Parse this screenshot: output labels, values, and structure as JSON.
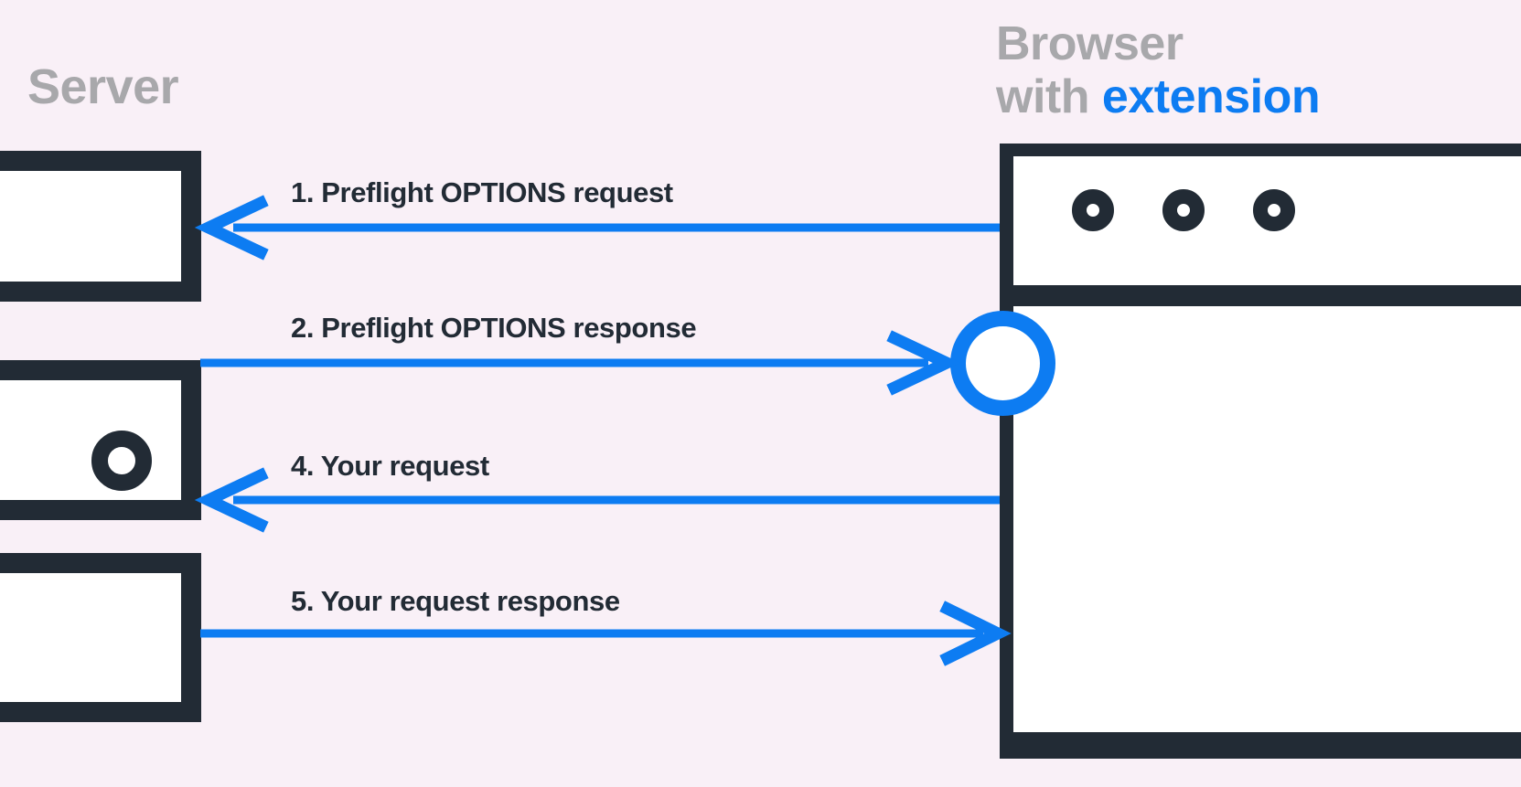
{
  "background_color": "#f9f0f7",
  "colors": {
    "dark": "#222b35",
    "accent_blue": "#0d7cf2",
    "title_gray": "#a8a8ab",
    "white": "#ffffff"
  },
  "server": {
    "title": "Server",
    "boxes": [
      {
        "name": "server-box-1",
        "has_icon": false
      },
      {
        "name": "server-box-2",
        "has_icon": true,
        "icon": "donut-circle-icon"
      },
      {
        "name": "server-box-3",
        "has_icon": false
      }
    ]
  },
  "browser": {
    "title_line1": "Browser",
    "title_line2_prefix": "with ",
    "title_line2_accent": "extension",
    "titlebar_icons": [
      "donut-circle-icon",
      "donut-circle-icon",
      "donut-circle-icon"
    ],
    "extension_marker": "extension-circle-icon"
  },
  "arrows": [
    {
      "id": "arrow-1",
      "label": "1. Preflight OPTIONS request",
      "direction": "right-to-left",
      "from": "browser",
      "to": "server"
    },
    {
      "id": "arrow-2",
      "label": "2. Preflight OPTIONS response",
      "direction": "left-to-right",
      "from": "server",
      "to": "extension"
    },
    {
      "id": "arrow-4",
      "label": "4. Your request",
      "direction": "right-to-left",
      "from": "browser",
      "to": "server"
    },
    {
      "id": "arrow-5",
      "label": "5. Your request response",
      "direction": "left-to-right",
      "from": "server",
      "to": "browser"
    }
  ]
}
